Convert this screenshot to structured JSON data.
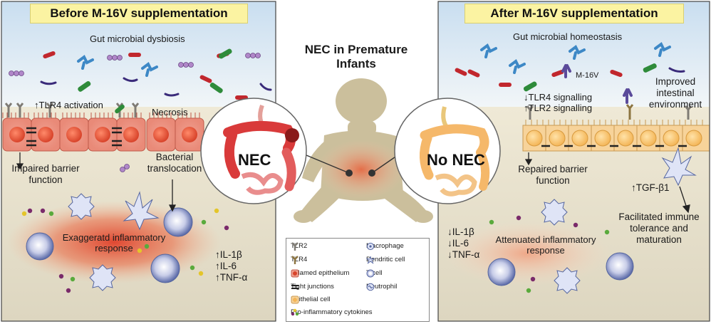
{
  "title": {
    "line1": "NEC in Premature",
    "line2": "Infants"
  },
  "left_panel": {
    "banner": "Before M-16V supplementation",
    "microbiota": "Gut microbial dysbiosis",
    "tlr4": "↑TLR4 activation",
    "necrosis": "Necrosis",
    "barrier": [
      "Impaired barrier",
      "function"
    ],
    "translocation": [
      "Bacterial",
      "translocation"
    ],
    "inflammation": [
      "Exaggeratd inflammatory",
      "response"
    ],
    "cytokines": [
      "↑IL-1β",
      "↑IL-6",
      "↑TNF-α"
    ]
  },
  "center": {
    "nec": "NEC",
    "no_nec": "No NEC"
  },
  "right_panel": {
    "banner": "After M-16V supplementation",
    "microbiota": "Gut microbial homeostasis",
    "m16v": "M-16V",
    "signalling": [
      "↓TLR4 signalling",
      "↑TLR2 signalling"
    ],
    "environment": [
      "Improved",
      "intestinal",
      "environment"
    ],
    "barrier": [
      "Repaired barrier",
      "function"
    ],
    "tgf": "↑TGF-β1",
    "tolerance": [
      "Facilitated immune",
      "tolerance and",
      "maturation"
    ],
    "inflammation": [
      "Attenuated inflammatory",
      "response"
    ],
    "cytokines": [
      "↓IL-1β",
      "↓IL-6",
      "↓TNF-α"
    ]
  },
  "legend": {
    "tlr2": "TLR2",
    "tlr4": "TLR4",
    "inflamed": "Inflamed epithelium",
    "tight": "Tight junctions",
    "epithelial": "Epithelial cell",
    "cytokines": "Pro-inflammatory cytokines",
    "macrophage": "Macrophage",
    "dendritic": "Dendritic cell",
    "tcell": "T cell",
    "neutrophil": "Neutrophil"
  }
}
